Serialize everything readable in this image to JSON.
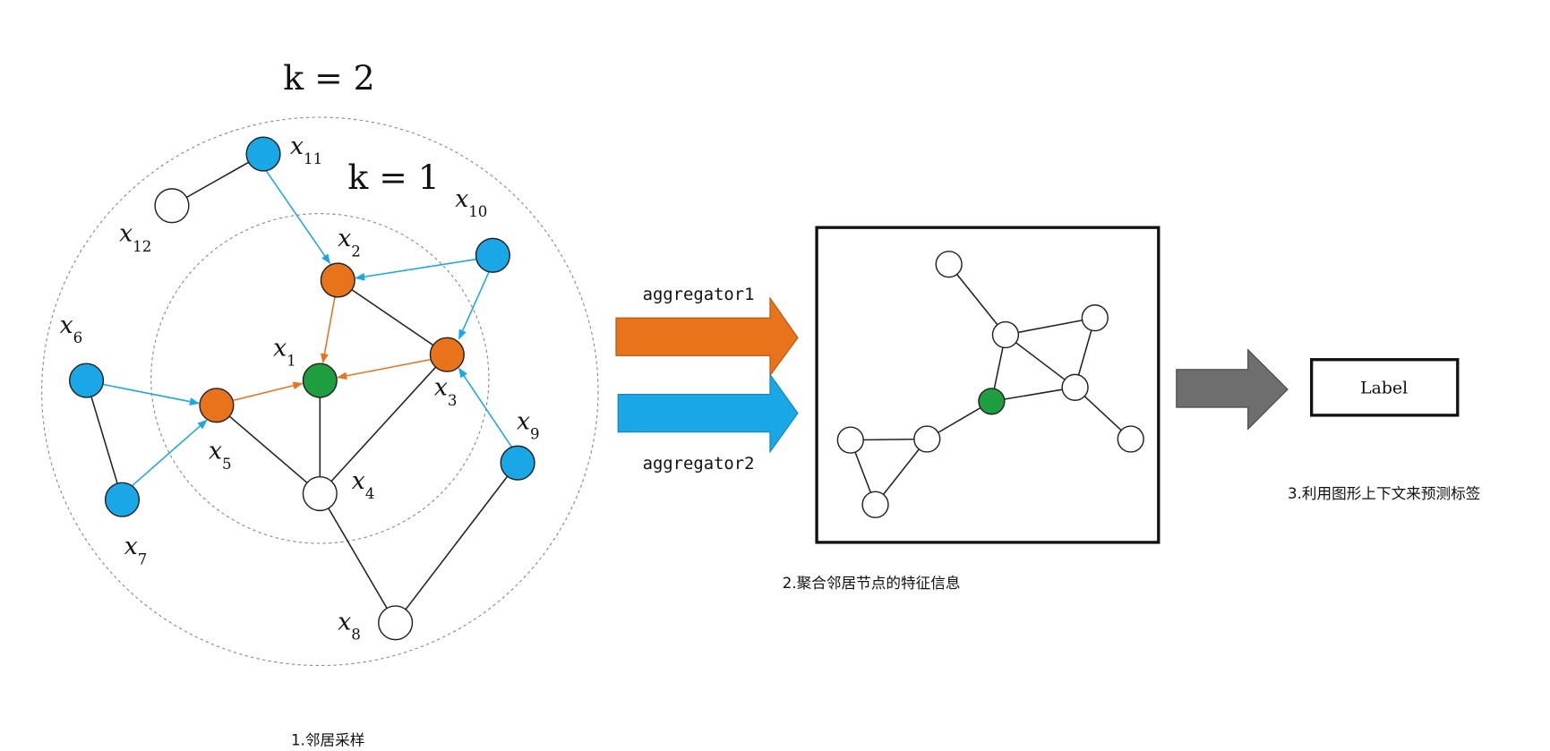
{
  "k_labels": {
    "k2": "k = 2",
    "k1": "k = 1"
  },
  "node_labels": {
    "x1": {
      "var": "x",
      "sub": "1"
    },
    "x2": {
      "var": "x",
      "sub": "2"
    },
    "x3": {
      "var": "x",
      "sub": "3"
    },
    "x4": {
      "var": "x",
      "sub": "4"
    },
    "x5": {
      "var": "x",
      "sub": "5"
    },
    "x6": {
      "var": "x",
      "sub": "6"
    },
    "x7": {
      "var": "x",
      "sub": "7"
    },
    "x8": {
      "var": "x",
      "sub": "8"
    },
    "x9": {
      "var": "x",
      "sub": "9"
    },
    "x10": {
      "var": "x",
      "sub": "10"
    },
    "x11": {
      "var": "x",
      "sub": "11"
    },
    "x12": {
      "var": "x",
      "sub": "12"
    }
  },
  "aggregators": {
    "a1": "aggregator1",
    "a2": "aggregator2"
  },
  "output_label": "Label",
  "captions": {
    "step1": "1.邻居采样",
    "step2": "2.聚合邻居节点的特征信息",
    "step3": "3.利用图形上下文来预测标签"
  },
  "colors": {
    "target": "#1e9e3e",
    "hop1": "#e8731a",
    "hop2": "#1aa7e8",
    "plain": "#ffffff",
    "output_arrow": "#6e6e6e"
  }
}
